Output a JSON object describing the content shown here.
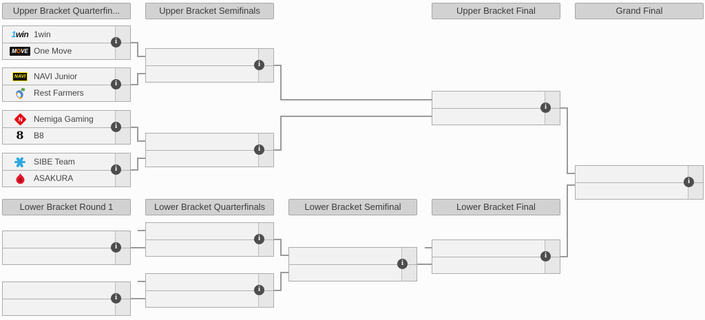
{
  "headers": {
    "ub_quarterfinals": "Upper Bracket Quarterfin...",
    "ub_semifinals": "Upper Bracket Semifinals",
    "ub_final": "Upper Bracket Final",
    "grand_final": "Grand Final",
    "lb_round1": "Lower Bracket Round 1",
    "lb_quarterfinals": "Lower Bracket Quarterfinals",
    "lb_semifinal": "Lower Bracket Semifinal",
    "lb_final": "Lower Bracket Final"
  },
  "teams": {
    "win1": {
      "name": "1win",
      "logo": {
        "p1": "1",
        "p2": "win"
      }
    },
    "onemove": {
      "name": "One Move",
      "logo": {
        "p1": "M",
        "p2": "O",
        "p3": "VE"
      }
    },
    "navijunior": {
      "name": "NAVI Junior",
      "logo": {
        "text": "NAVI"
      }
    },
    "restfarmers": {
      "name": "Rest Farmers"
    },
    "nemiga": {
      "name": "Nemiga Gaming",
      "logo": {
        "text": "N"
      }
    },
    "b8": {
      "name": "B8",
      "logo": {
        "text": "8"
      }
    },
    "sibe": {
      "name": "SIBE Team"
    },
    "asakura": {
      "name": "ASAKURA"
    }
  },
  "ui": {
    "info_glyph": "i"
  },
  "colors": {
    "connector": "#9a9a9a",
    "box_bg": "#f2f2f2",
    "score_bg": "#e7e7e7",
    "header_bg": "#d2d2d2",
    "accent_1win_blue": "#1ba5f5",
    "navi_yellow": "#f5e500",
    "nemiga_red": "#e30613",
    "sibe_blue": "#2fa8e0",
    "asakura_red": "#e8192c",
    "move_orange": "#ff7a00"
  }
}
